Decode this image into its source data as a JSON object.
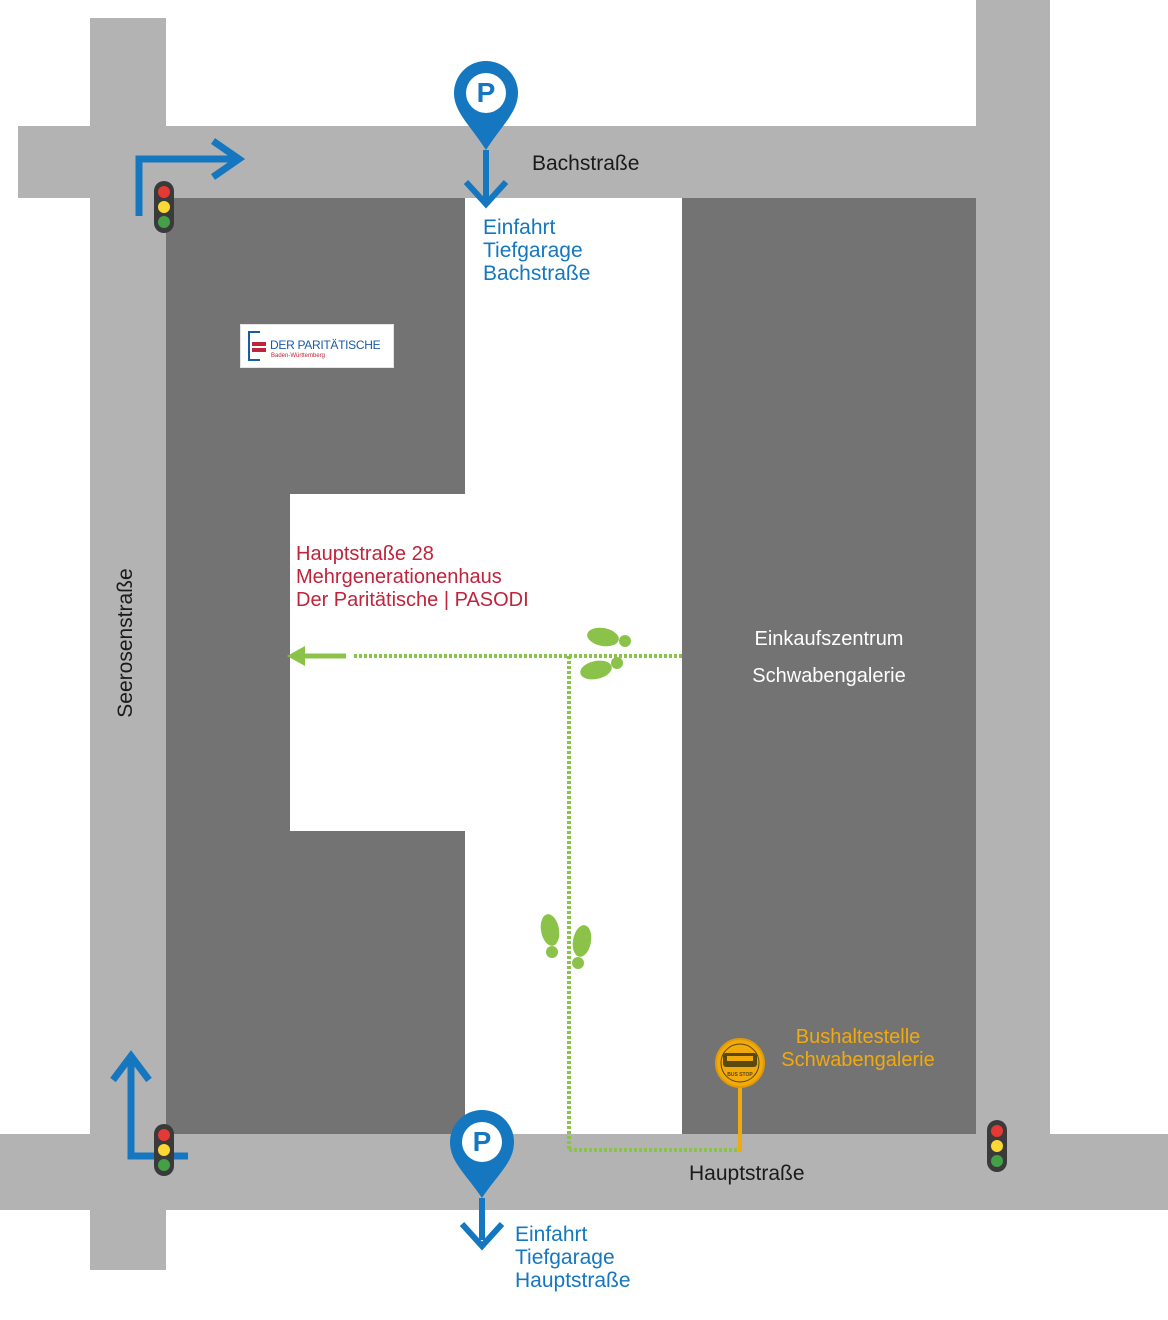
{
  "streets": {
    "bachstrasse": "Bachstraße",
    "hauptstrasse": "Hauptstraße",
    "seerosenstrasse": "Seerosenstraße"
  },
  "parking": [
    {
      "symbol": "P",
      "label": "Einfahrt\nTiefgarage\nBachstraße",
      "icon": "parking-pin-icon"
    },
    {
      "symbol": "P",
      "label": "Einfahrt\nTiefgarage\nHauptstraße",
      "icon": "parking-pin-icon"
    }
  ],
  "destination": {
    "label": "Hauptstraße 28\nMehrgenerationenhaus\nDer Paritätische | PASODI"
  },
  "logo": {
    "name": "DER PARITÄTISCHE",
    "subtitle": "Baden-Württemberg"
  },
  "mall": {
    "line1": "Einkaufszentrum",
    "line2": "Schwabengalerie"
  },
  "bus_stop": {
    "label": "Bushaltestelle\nSchwabengalerie",
    "sign_text": "BUS STOP",
    "icon": "bus-stop-icon"
  },
  "icons": [
    "traffic-light-icon",
    "direction-arrow-icon",
    "footprints-icon",
    "walking-path"
  ],
  "colors": {
    "road": "#b3b3b3",
    "building": "#737373",
    "parking_blue": "#1577c0",
    "destination_red": "#c0233c",
    "path_green": "#8bc34a",
    "bus_orange": "#f2a90c",
    "logo_blue": "#1a5aa8"
  }
}
